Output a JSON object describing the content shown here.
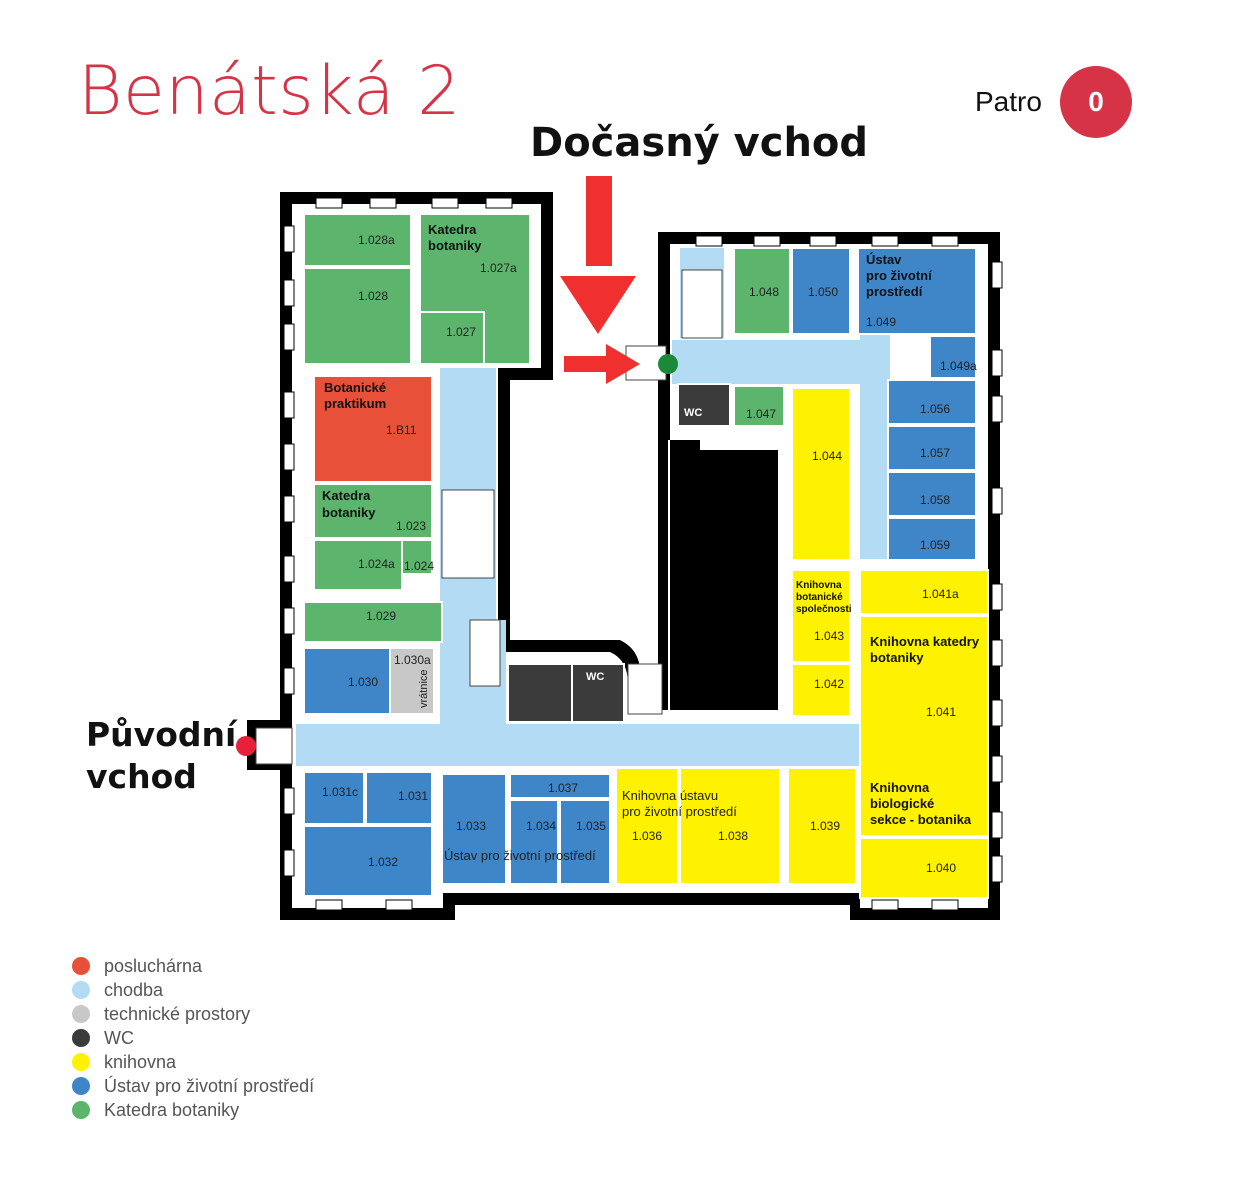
{
  "header": {
    "title": "Benátská 2",
    "floor_label": "Patro",
    "floor_number": "0"
  },
  "entrances": {
    "temporary": "Dočasný vchod",
    "original": "Původní vchod"
  },
  "colors": {
    "posluchárna": "#e8503a",
    "chodba": "#b3dcf4",
    "technické prostory": "#c8c8c8",
    "WC": "#3b3b3b",
    "knihovna": "#fff200",
    "Ústav pro životní prostředí": "#3f86c8",
    "Katedra botaniky": "#5db56d",
    "brand": "#d63347"
  },
  "legend": [
    {
      "label": "posluchárna",
      "color": "#e8503a"
    },
    {
      "label": "chodba",
      "color": "#b3dcf4"
    },
    {
      "label": "technické prostory",
      "color": "#c8c8c8"
    },
    {
      "label": "WC",
      "color": "#3b3b3b"
    },
    {
      "label": "knihovna",
      "color": "#fff200"
    },
    {
      "label": "Ústav pro životní prostředí",
      "color": "#3f86c8"
    },
    {
      "label": "Katedra botaniky",
      "color": "#5db56d"
    }
  ],
  "rooms": {
    "r1028a": "1.028a",
    "r1028": "1.028",
    "r1027a": "1.027a",
    "r1027": "1.027",
    "r1048": "1.048",
    "r1050": "1.050",
    "r1049": "1.049",
    "r1049a": "1.049a",
    "r1B11": "1.B11",
    "r1023": "1.023",
    "r1024a": "1.024a",
    "r1024": "1.024",
    "r1029": "1.029",
    "r1030": "1.030",
    "r1030a": "1.030a",
    "r1047": "1.047",
    "r1044": "1.044",
    "r1056": "1.056",
    "r1057": "1.057",
    "r1058": "1.058",
    "r1059": "1.059",
    "r1041a": "1.041a",
    "r1043": "1.043",
    "r1042": "1.042",
    "r1041": "1.041",
    "r1031c": "1.031c",
    "r1031": "1.031",
    "r1032": "1.032",
    "r1033": "1.033",
    "r1037": "1.037",
    "r1034": "1.034",
    "r1035": "1.035",
    "r1036": "1.036",
    "r1038": "1.038",
    "r1039": "1.039",
    "r1040": "1.040"
  },
  "names": {
    "katedra_botaniky_top_1": "Katedra",
    "katedra_botaniky_top_2": "botaniky",
    "ustav_top_1": "Ústav",
    "ustav_top_2": "pro životní",
    "ustav_top_3": "prostředí",
    "botanicke_praktikum_1": "Botanické",
    "botanicke_praktikum_2": "praktikum",
    "katedra_botaniky_mid_1": "Katedra",
    "katedra_botaniky_mid_2": "botaniky",
    "vratnice": "vrátnice",
    "wc_1": "WC",
    "wc_2": "WC",
    "knihovna_spolecnosti_1": "Knihovna",
    "knihovna_spolecnosti_2": "botanické",
    "knihovna_spolecnosti_3": "společnosti",
    "knihovna_katedry_1": "Knihovna katedry",
    "knihovna_katedry_2": "botaniky",
    "knihovna_bio_1": "Knihovna",
    "knihovna_bio_2": "biologické",
    "knihovna_bio_3": "sekce - botanika",
    "ustav_bottom": "Ústav pro životní prostředí",
    "knihovna_ustavu_1": "Knihovna ústavu",
    "knihovna_ustavu_2": "pro životní prostředí"
  }
}
